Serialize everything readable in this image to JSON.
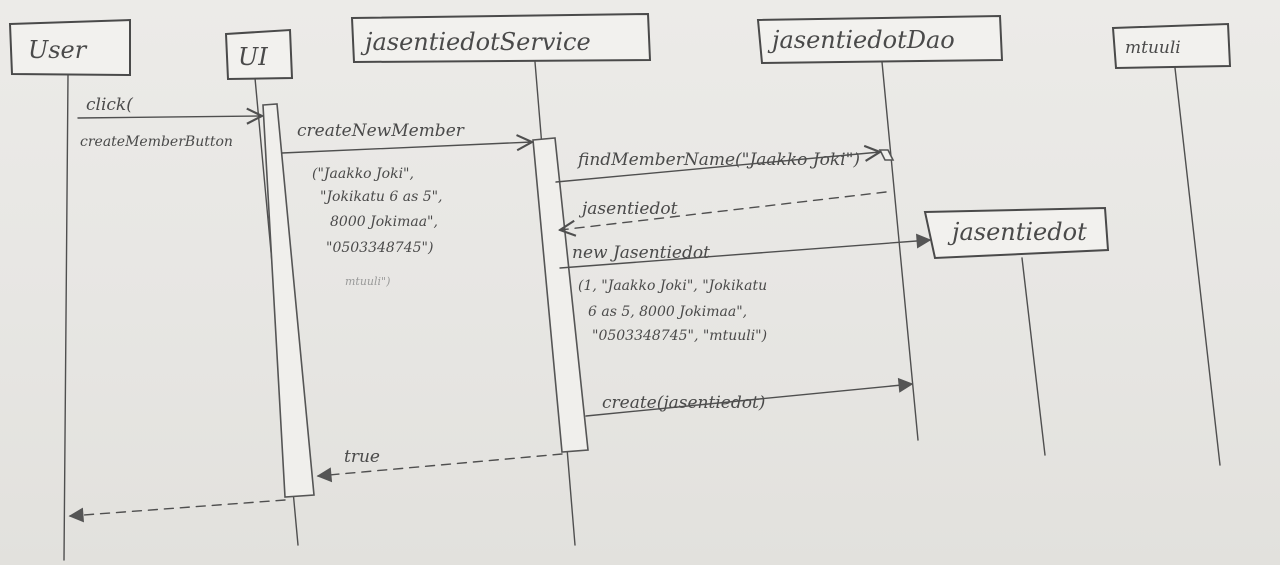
{
  "participants": {
    "user": "User",
    "ui": "UI",
    "service": "jasentiedotService",
    "dao": "jasentiedotDao",
    "mtuuli": "mtuuli",
    "jasentiedot": "jasentiedot"
  },
  "messages": {
    "m1_line1": "click(",
    "m1_line2": "createMemberButton",
    "m2_name": "createNewMember",
    "m2_args": [
      "(\"Jaakko Joki\",",
      "\"Jokikatu 6 as 5\",",
      "8000 Jokimaa\",",
      "\"0503348745\")"
    ],
    "m2_faint": "mtuuli\")",
    "m3": "findMemberName(\"Jaakko Joki\")",
    "m4_return": "jasentiedot",
    "m5_name": "new Jasentiedot",
    "m5_args": [
      "(1, \"Jaakko Joki\", \"Jokikatu",
      "6 as 5, 8000 Jokimaa\",",
      "\"0503348745\", \"mtuuli\")"
    ],
    "m6": "create(jasentiedot)",
    "m7_return": "true"
  },
  "colors": {
    "paper": "#e9e8e5",
    "pencil": "#4f4f4f"
  }
}
